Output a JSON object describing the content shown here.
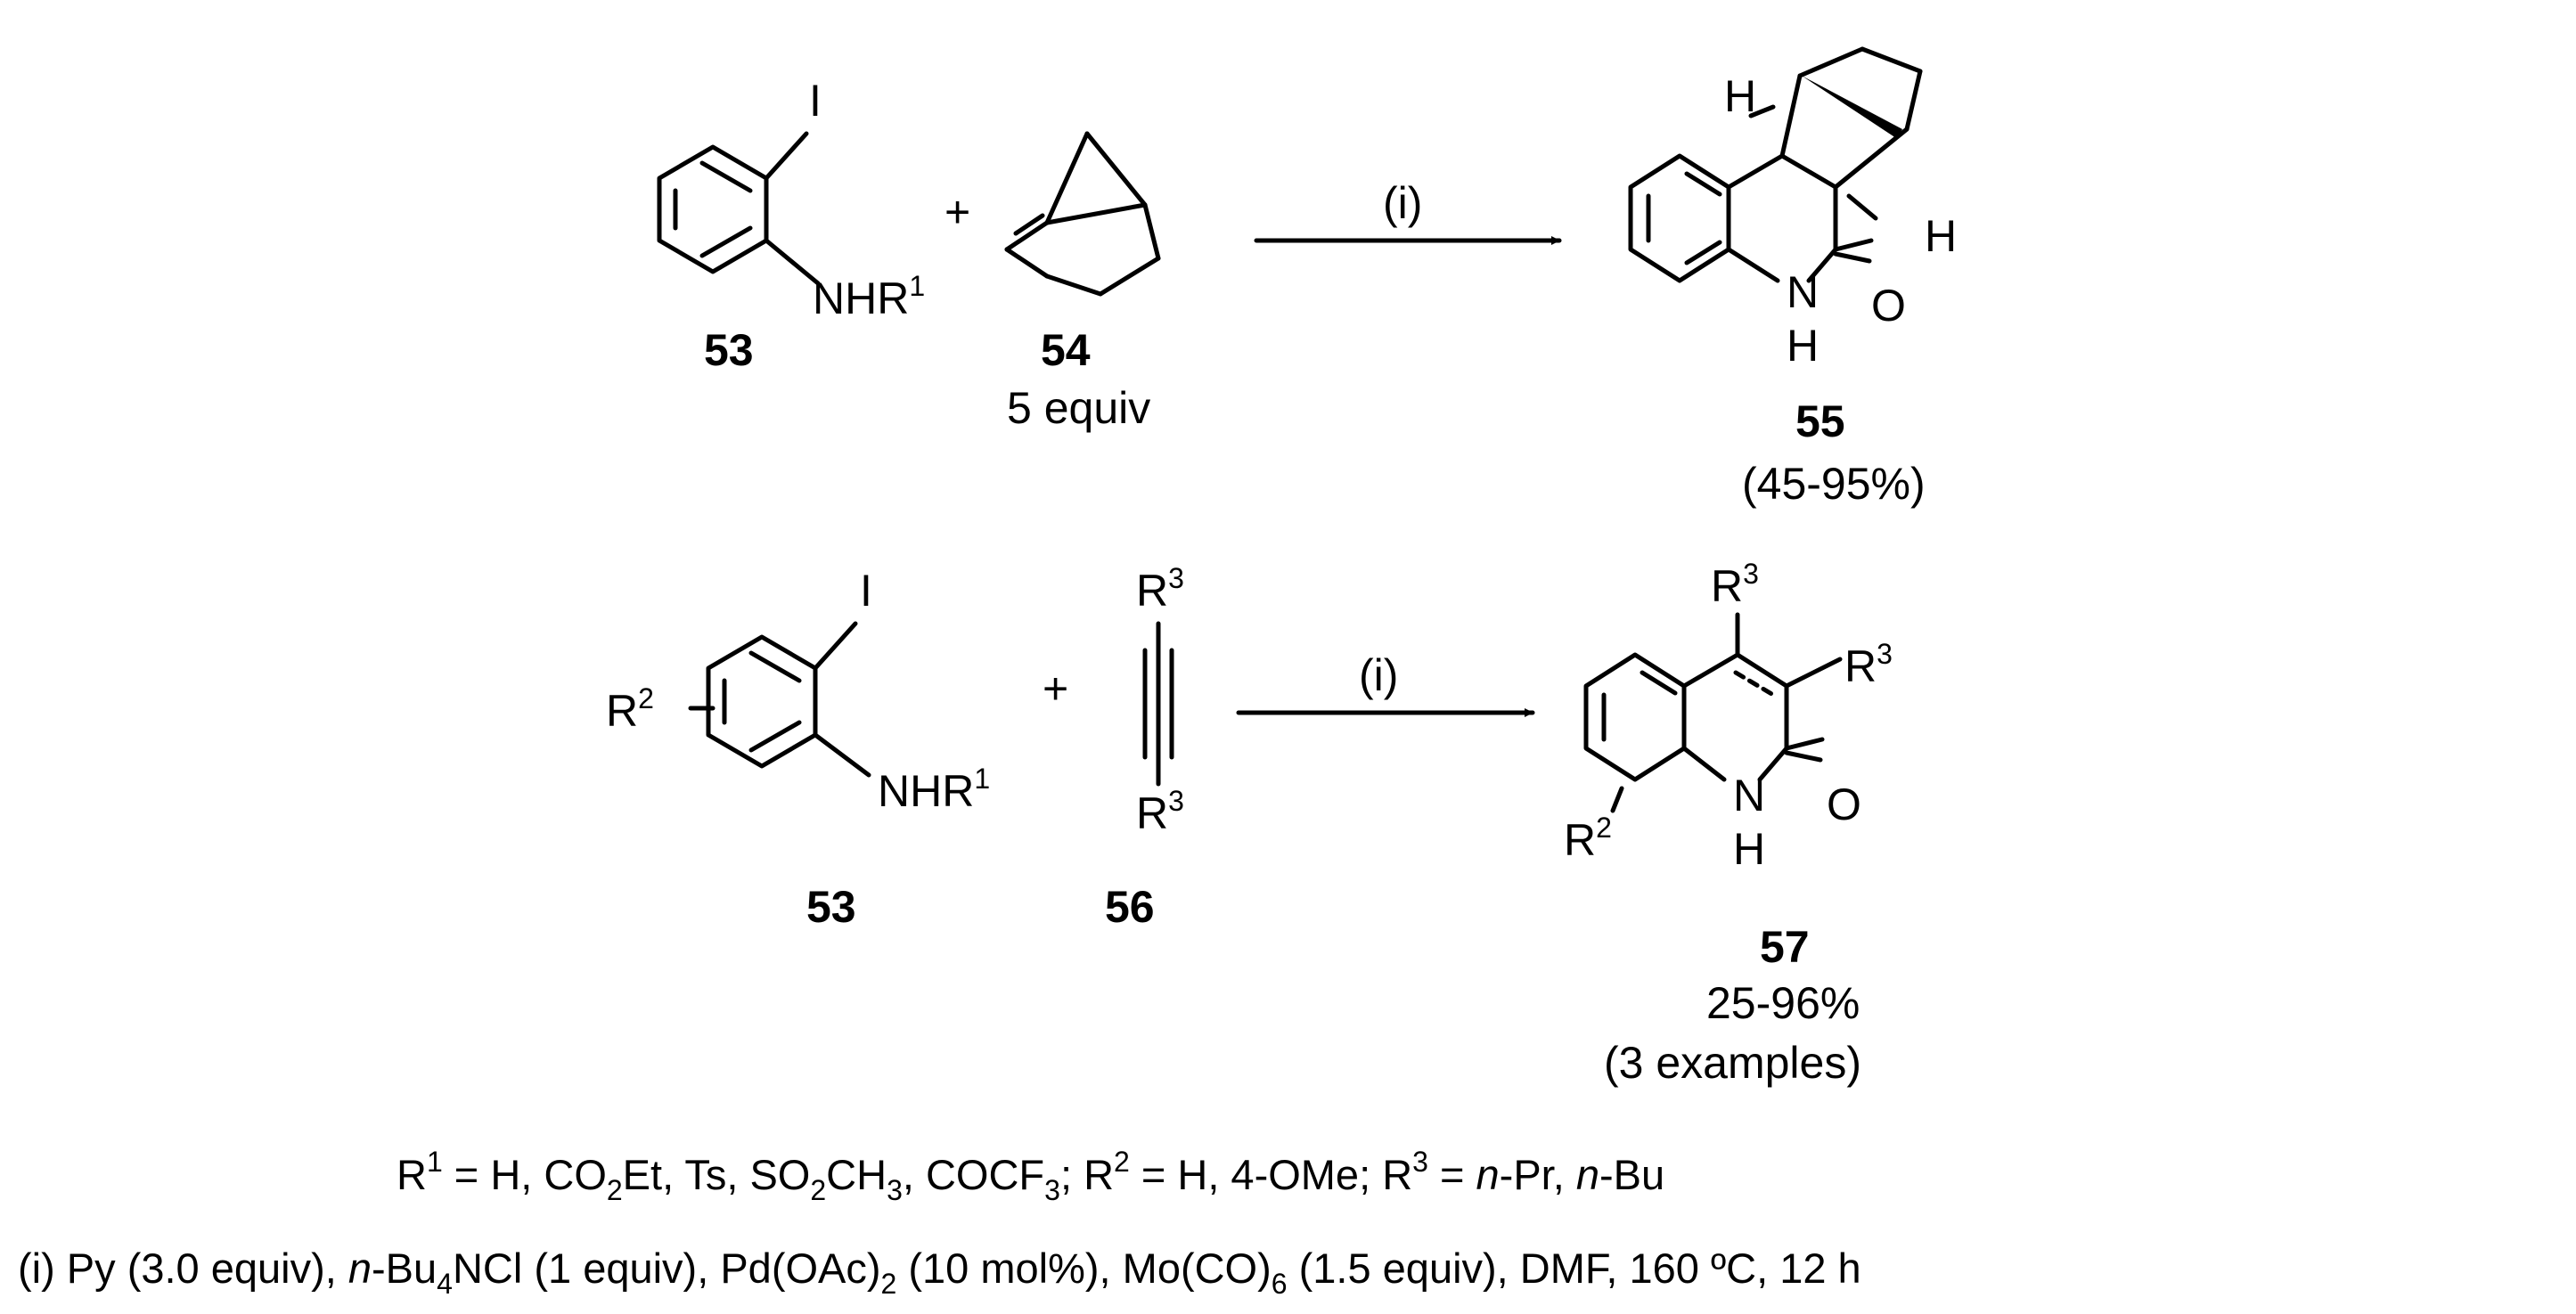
{
  "reaction1": {
    "reactant_label": "53",
    "reactant_iodo": "I",
    "reactant_amine": "NHR",
    "reactant_amine_sup": "1",
    "plus": "+",
    "alkene_label": "54",
    "alkene_equiv": "5 equiv",
    "condition": "(i)",
    "product_label": "55",
    "product_yield": "(45-95%)",
    "product_atoms": {
      "H1": "H",
      "H2": "H",
      "N": "N",
      "NH": "H",
      "O": "O"
    }
  },
  "reaction2": {
    "reactant_label": "53",
    "reactant_iodo": "I",
    "reactant_amine": "NHR",
    "reactant_amine_sup": "1",
    "reactant_sub": "R",
    "reactant_sub_sup": "2",
    "plus": "+",
    "alkyne_label": "56",
    "alkyne_top": "R",
    "alkyne_top_sup": "3",
    "alkyne_bottom": "R",
    "alkyne_bottom_sup": "3",
    "condition": "(i)",
    "product_label": "57",
    "product_yield": "25-96%",
    "product_examples": "(3 examples)",
    "product_atoms": {
      "R3a": "R",
      "R3a_sup": "3",
      "R3b": "R",
      "R3b_sup": "3",
      "R2": "R",
      "R2_sup": "2",
      "N": "N",
      "NH": "H",
      "O": "O"
    }
  },
  "footnotes": {
    "substituents": {
      "r1": "R",
      "r1_sup": "1",
      "r1_vals": " = H, CO",
      "sub2a": "2",
      "r1_vals2": "Et, Ts, SO",
      "sub2b": "2",
      "r1_vals3": "CH",
      "sub3a": "3",
      "r1_vals4": ", COCF",
      "sub3b": "3",
      "r1_end": ";  ",
      "r2": "R",
      "r2_sup": "2",
      "r2_vals": " = H, 4-OMe; ",
      "r3": "R",
      "r3_sup": "3",
      "r3_vals": " = ",
      "npr_n": "n",
      "npr": "-Pr, ",
      "nbu_n": "n",
      "nbu": "-Bu"
    },
    "conditions": {
      "c1": "(i) Py (3.0 equiv), ",
      "n": "n",
      "c2": "-Bu",
      "c2_sub": "4",
      "c3": "NCl (1 equiv), Pd(OAc)",
      "c3_sub": "2",
      "c4": " (10 mol%), Mo(CO)",
      "c4_sub": "6",
      "c5": " (1.5 equiv), DMF, 160 ºC, 12 h"
    }
  }
}
